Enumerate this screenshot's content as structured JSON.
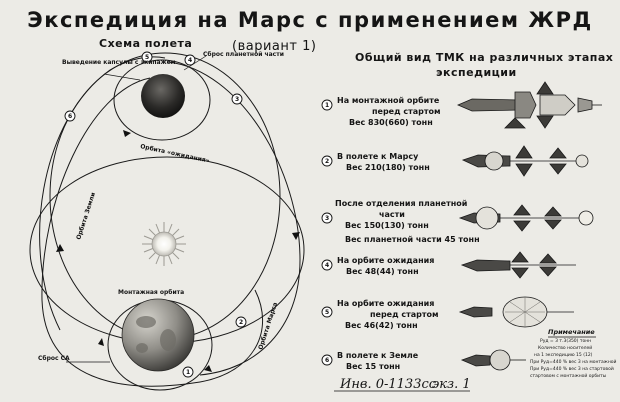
{
  "title": "Экспедиция на Марс с применением ЖРД",
  "variant": "(вариант 1)",
  "left": {
    "heading": "Схема полета",
    "label_capsule": "Выведение капсулы с экипажем",
    "label_planetary": "Сброс планетной части",
    "label_waiting_orbit": "Орбита «ожидания»",
    "label_earth_orbit": "Орбита Земли",
    "label_mars_orbit": "Орбита Марса",
    "label_assembly_orbit": "Монтажная орбита",
    "label_ca_drop": "Сброс СА",
    "markers": [
      "1",
      "2",
      "3",
      "4",
      "5",
      "6"
    ]
  },
  "right": {
    "heading_line1": "Общий вид ТМК на различных этапах",
    "heading_line2": "экспедиции",
    "stages": [
      {
        "num": "1",
        "line1": "На монтажной орбите",
        "line2": "перед стартом",
        "line3": "Вес 830(660) тонн"
      },
      {
        "num": "2",
        "line1": "В полете к Марсу",
        "line2": "Вес 210(180) тонн",
        "line3": ""
      },
      {
        "num": "3",
        "line1": "После отделения планетной",
        "line2": "части",
        "line3": "Вес 150(130) тонн",
        "line4": "Вес планетной части 45 тонн"
      },
      {
        "num": "4",
        "line1": "На орбите ожидания",
        "line2": "Вес 48(44) тонн",
        "line3": ""
      },
      {
        "num": "5",
        "line1": "На орбите ожидания",
        "line2": "перед стартом",
        "line3": "Вес 46(42) тонн"
      },
      {
        "num": "6",
        "line1": "В полете к Земле",
        "line2": "Вес 15 тонн",
        "line3": ""
      }
    ]
  },
  "note": {
    "heading": "Примечание",
    "lines": [
      "Руд = 3 т.3(350) тонн",
      "Количество носителей",
      "на 1 экспедицию 15 (12)",
      "При Руд=440 % вес 3 на монтажной",
      "При Руд=440 % вес 3 на стартовой",
      "стартовом с монтажной орбиты"
    ]
  },
  "inventory": {
    "text": "Инв. 0-1133сс",
    "copy": "экз. 1"
  }
}
